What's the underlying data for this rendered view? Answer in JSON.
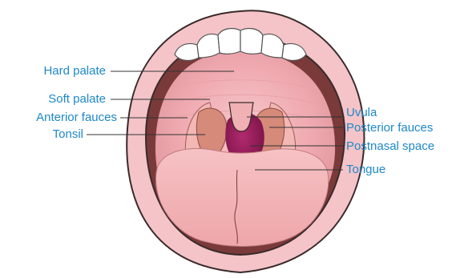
{
  "colors": {
    "label_text": "#1e88c8",
    "leader_line": "#333333",
    "lip": "#f4c4c8",
    "lip_outline": "#3a2a2a",
    "mouth_dark": "#7a3a3a",
    "palate": "#f0b0b4",
    "palate_inner": "#e9a2a8",
    "teeth": "#ffffff",
    "tonsil": "#d58a7a",
    "fauces": "#f3b8b4",
    "postnasal": "#9a1d5a",
    "tongue": "#f3b6b8"
  },
  "labels": {
    "left": [
      {
        "id": "hard-palate",
        "text": "Hard palate"
      },
      {
        "id": "soft-palate",
        "text": "Soft palate"
      },
      {
        "id": "anterior-fauces",
        "text": "Anterior fauces"
      },
      {
        "id": "tonsil",
        "text": "Tonsil"
      }
    ],
    "right": [
      {
        "id": "uvula",
        "text": "Uvula"
      },
      {
        "id": "posterior-fauces",
        "text": "Posterior fauces"
      },
      {
        "id": "postnasal-space",
        "text": "Postnasal space"
      },
      {
        "id": "tongue",
        "text": "Tongue"
      }
    ]
  }
}
